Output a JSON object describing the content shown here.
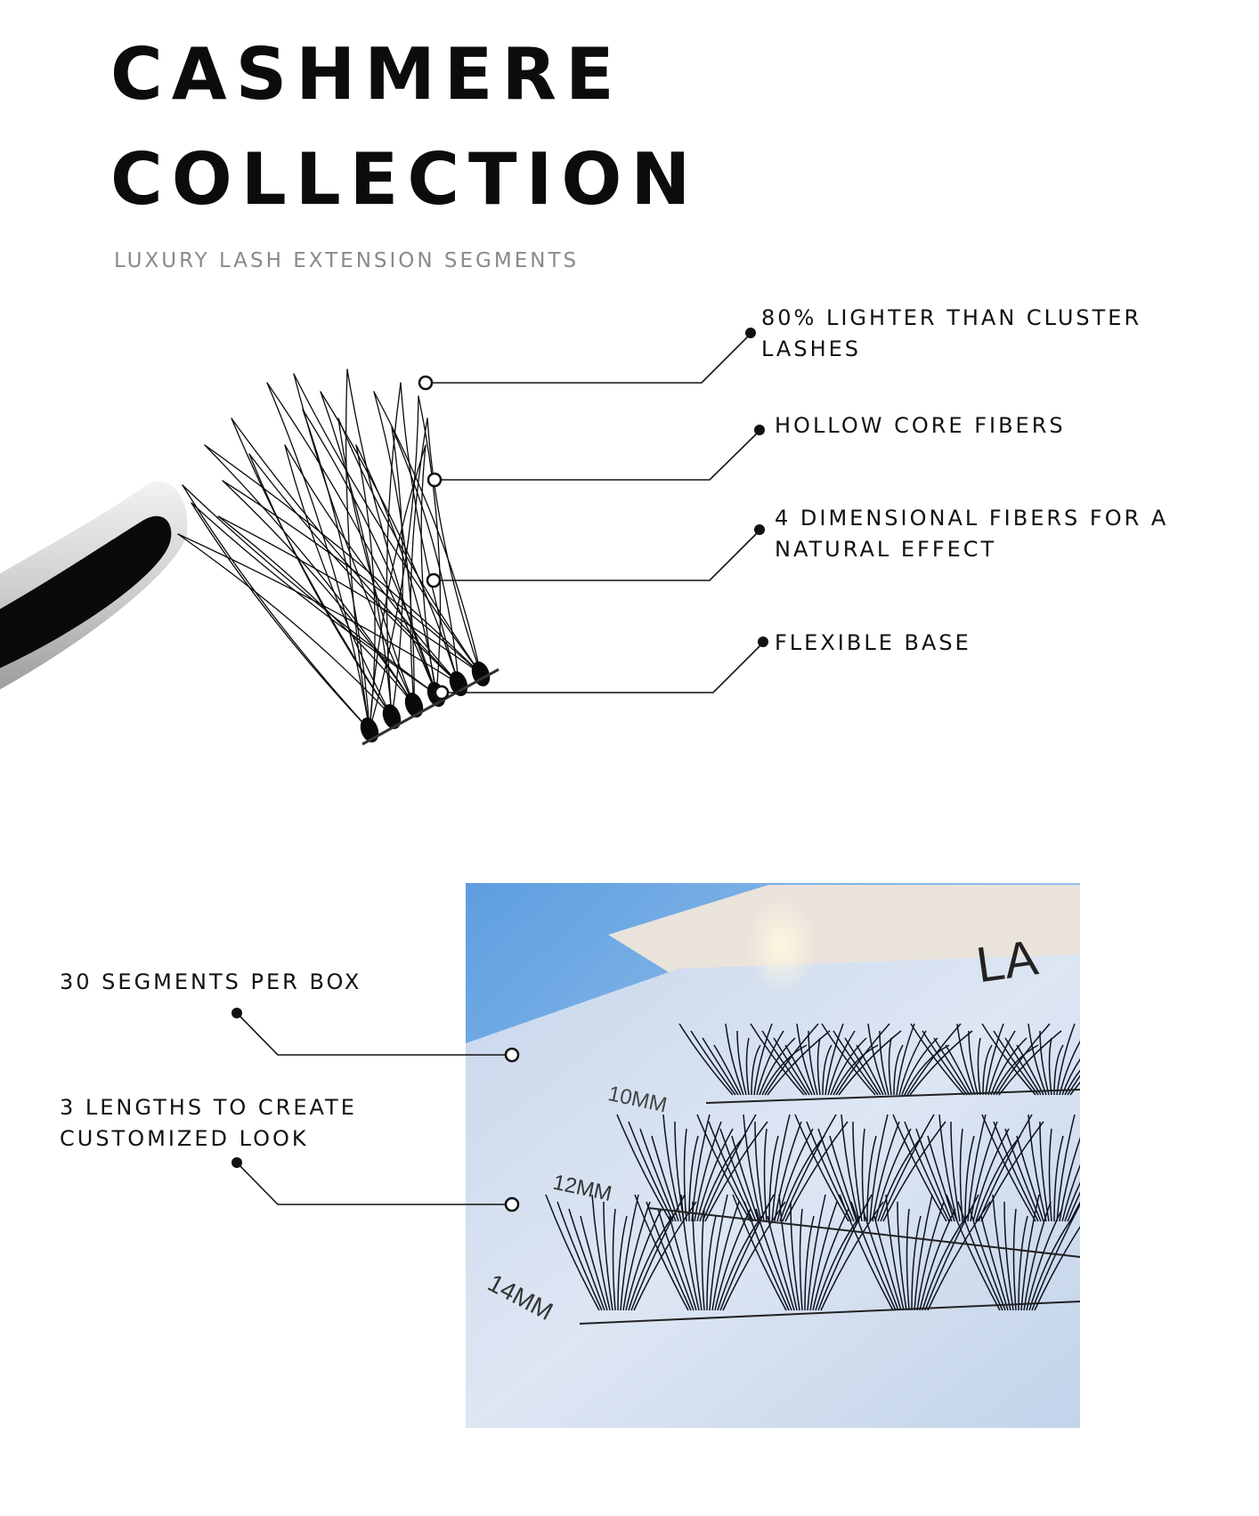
{
  "header": {
    "title_line1": "CASHMERE",
    "title_line2": "COLLECTION",
    "subtitle": "LUXURY LASH EXTENSION SEGMENTS"
  },
  "features_top": [
    {
      "label": "80% LIGHTER THAN CLUSTER LASHES"
    },
    {
      "label": "HOLLOW CORE FIBERS"
    },
    {
      "label": "4 DIMENSIONAL FIBERS FOR A NATURAL EFFECT"
    },
    {
      "label": "FLEXIBLE BASE"
    }
  ],
  "features_bottom": [
    {
      "label": "30 SEGMENTS PER BOX"
    },
    {
      "label": "3 LENGTHS TO CREATE CUSTOMIZED LOOK"
    }
  ],
  "product_photo": {
    "length_labels": [
      "10MM",
      "12MM",
      "14MM"
    ],
    "brand_fragment": "LA"
  },
  "colors": {
    "text": "#111111",
    "subtitle": "#8a8a8a",
    "sky": "#7fb0e4",
    "lash": "#0a0a0a"
  }
}
